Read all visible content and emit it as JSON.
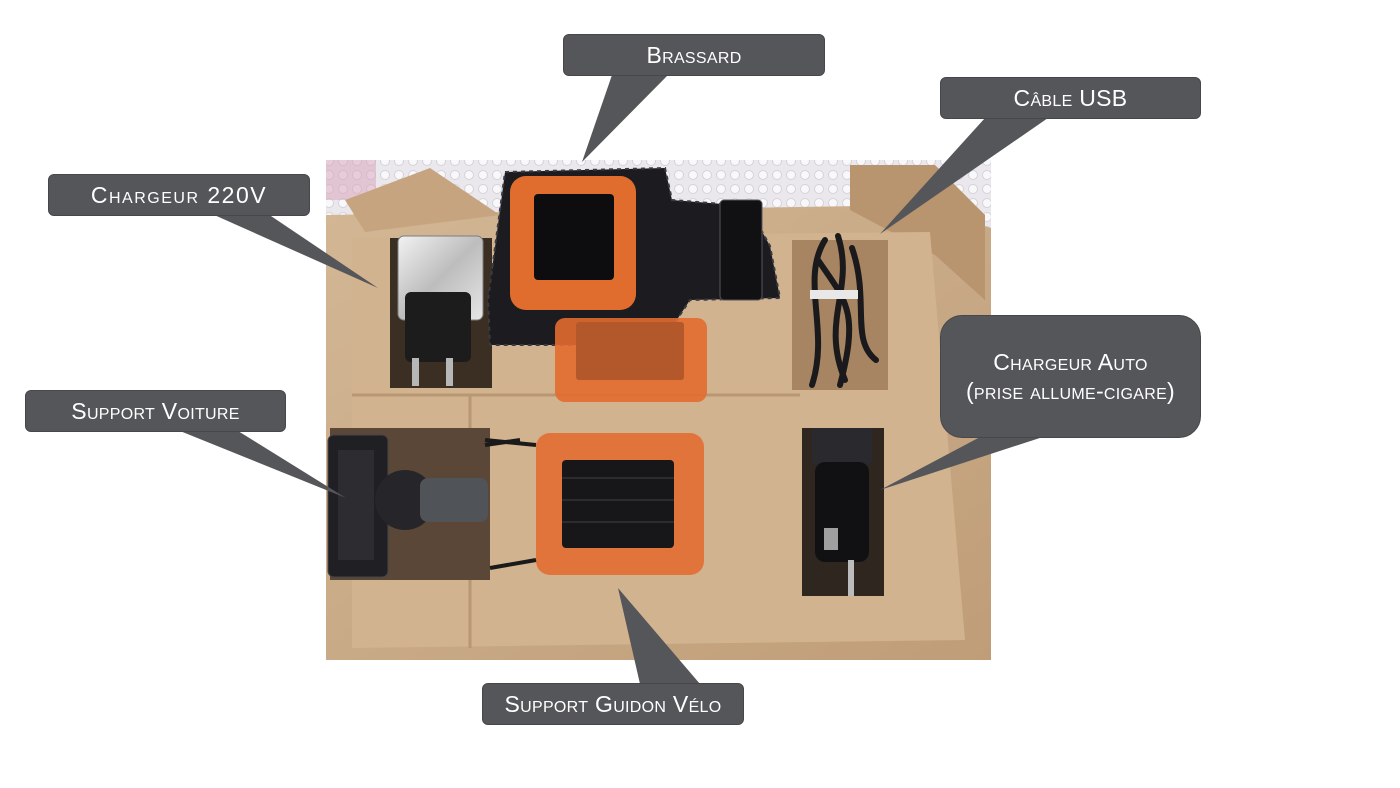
{
  "labels": {
    "brassard": "Brassard",
    "cable_usb": "Câble USB",
    "chargeur_220v": "Chargeur 220V",
    "support_voiture": "Support Voiture",
    "chargeur_auto_line1": "Chargeur Auto",
    "chargeur_auto_line2": "(prise allume-cigare)",
    "support_guidon": "Support Guidon Vélo"
  },
  "colors": {
    "callout_fill": "#555659",
    "cardboard": "#c9a985",
    "silicone_orange": "#e06d2e",
    "neoprene": "#1c1c20"
  }
}
